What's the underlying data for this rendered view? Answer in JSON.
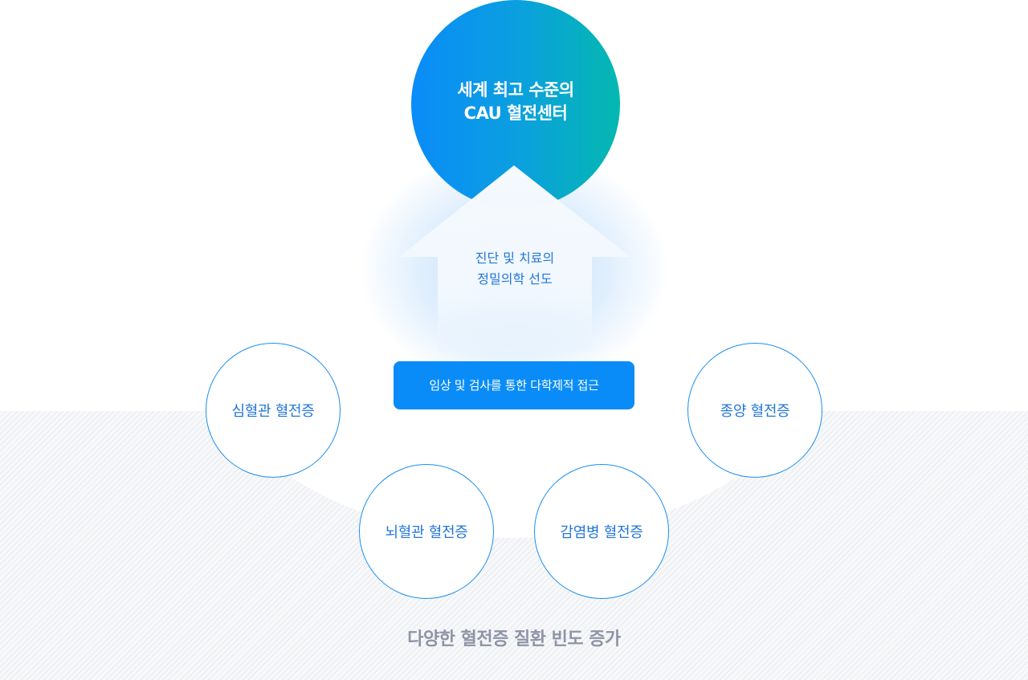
{
  "top_circle": {
    "line1": "세계 최고 수준의",
    "line2": "CAU 혈전센터"
  },
  "arrow": {
    "line1": "진단 및 치료의",
    "line2": "정밀의학 선도"
  },
  "approach_label": "임상 및 검사를 통한 다학제적 접근",
  "diseases": [
    "심혈관 혈전증",
    "뇌혈관 혈전증",
    "감염병 혈전증",
    "종양 혈전증"
  ],
  "bottom_caption": "다양한 혈전증 질환 빈도 증가",
  "colors": {
    "primary_blue": "#0a8cf8",
    "teal": "#04b8b0",
    "text_blue": "#2377d8",
    "caption_gray": "#8e94a6"
  }
}
